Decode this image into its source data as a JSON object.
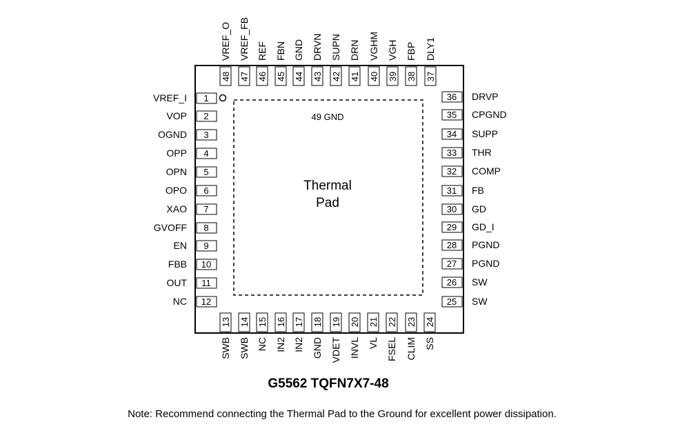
{
  "title": "G5562 TQFN7X7-48",
  "note": "Note: Recommend connecting the Thermal Pad  to the Ground for excellent power dissipation.",
  "thermal_pad": {
    "line1": "Thermal",
    "line2": "Pad",
    "gnd_label": "49 GND"
  },
  "pins": {
    "left": [
      {
        "num": "1",
        "name": "VREF_I"
      },
      {
        "num": "2",
        "name": "VOP"
      },
      {
        "num": "3",
        "name": "OGND"
      },
      {
        "num": "4",
        "name": "OPP"
      },
      {
        "num": "5",
        "name": "OPN"
      },
      {
        "num": "6",
        "name": "OPO"
      },
      {
        "num": "7",
        "name": "XAO"
      },
      {
        "num": "8",
        "name": "GVOFF"
      },
      {
        "num": "9",
        "name": "EN"
      },
      {
        "num": "10",
        "name": "FBB"
      },
      {
        "num": "11",
        "name": "OUT"
      },
      {
        "num": "12",
        "name": "NC"
      }
    ],
    "bottom": [
      {
        "num": "13",
        "name": "SWB"
      },
      {
        "num": "14",
        "name": "SWB"
      },
      {
        "num": "15",
        "name": "NC"
      },
      {
        "num": "16",
        "name": "IN2"
      },
      {
        "num": "17",
        "name": "IN2"
      },
      {
        "num": "18",
        "name": "GND"
      },
      {
        "num": "19",
        "name": "VDET"
      },
      {
        "num": "20",
        "name": "INVL"
      },
      {
        "num": "21",
        "name": "VL"
      },
      {
        "num": "22",
        "name": "FSEL"
      },
      {
        "num": "23",
        "name": "CLIM"
      },
      {
        "num": "24",
        "name": "SS"
      }
    ],
    "right": [
      {
        "num": "25",
        "name": "SW"
      },
      {
        "num": "26",
        "name": "SW"
      },
      {
        "num": "27",
        "name": "PGND"
      },
      {
        "num": "28",
        "name": "PGND"
      },
      {
        "num": "29",
        "name": "GD_I"
      },
      {
        "num": "30",
        "name": "GD"
      },
      {
        "num": "31",
        "name": "FB"
      },
      {
        "num": "32",
        "name": "COMP"
      },
      {
        "num": "33",
        "name": "THR"
      },
      {
        "num": "34",
        "name": "SUPP"
      },
      {
        "num": "35",
        "name": "CPGND"
      },
      {
        "num": "36",
        "name": "DRVP"
      }
    ],
    "top": [
      {
        "num": "37",
        "name": "DLY1"
      },
      {
        "num": "38",
        "name": "FBP"
      },
      {
        "num": "39",
        "name": "VGH"
      },
      {
        "num": "40",
        "name": "VGHM"
      },
      {
        "num": "41",
        "name": "DRN"
      },
      {
        "num": "42",
        "name": "SUPN"
      },
      {
        "num": "43",
        "name": "DRVN"
      },
      {
        "num": "44",
        "name": "GND"
      },
      {
        "num": "45",
        "name": "FBN"
      },
      {
        "num": "46",
        "name": "REF"
      },
      {
        "num": "47",
        "name": "VREF_FB"
      },
      {
        "num": "48",
        "name": "VREF_O"
      }
    ]
  }
}
